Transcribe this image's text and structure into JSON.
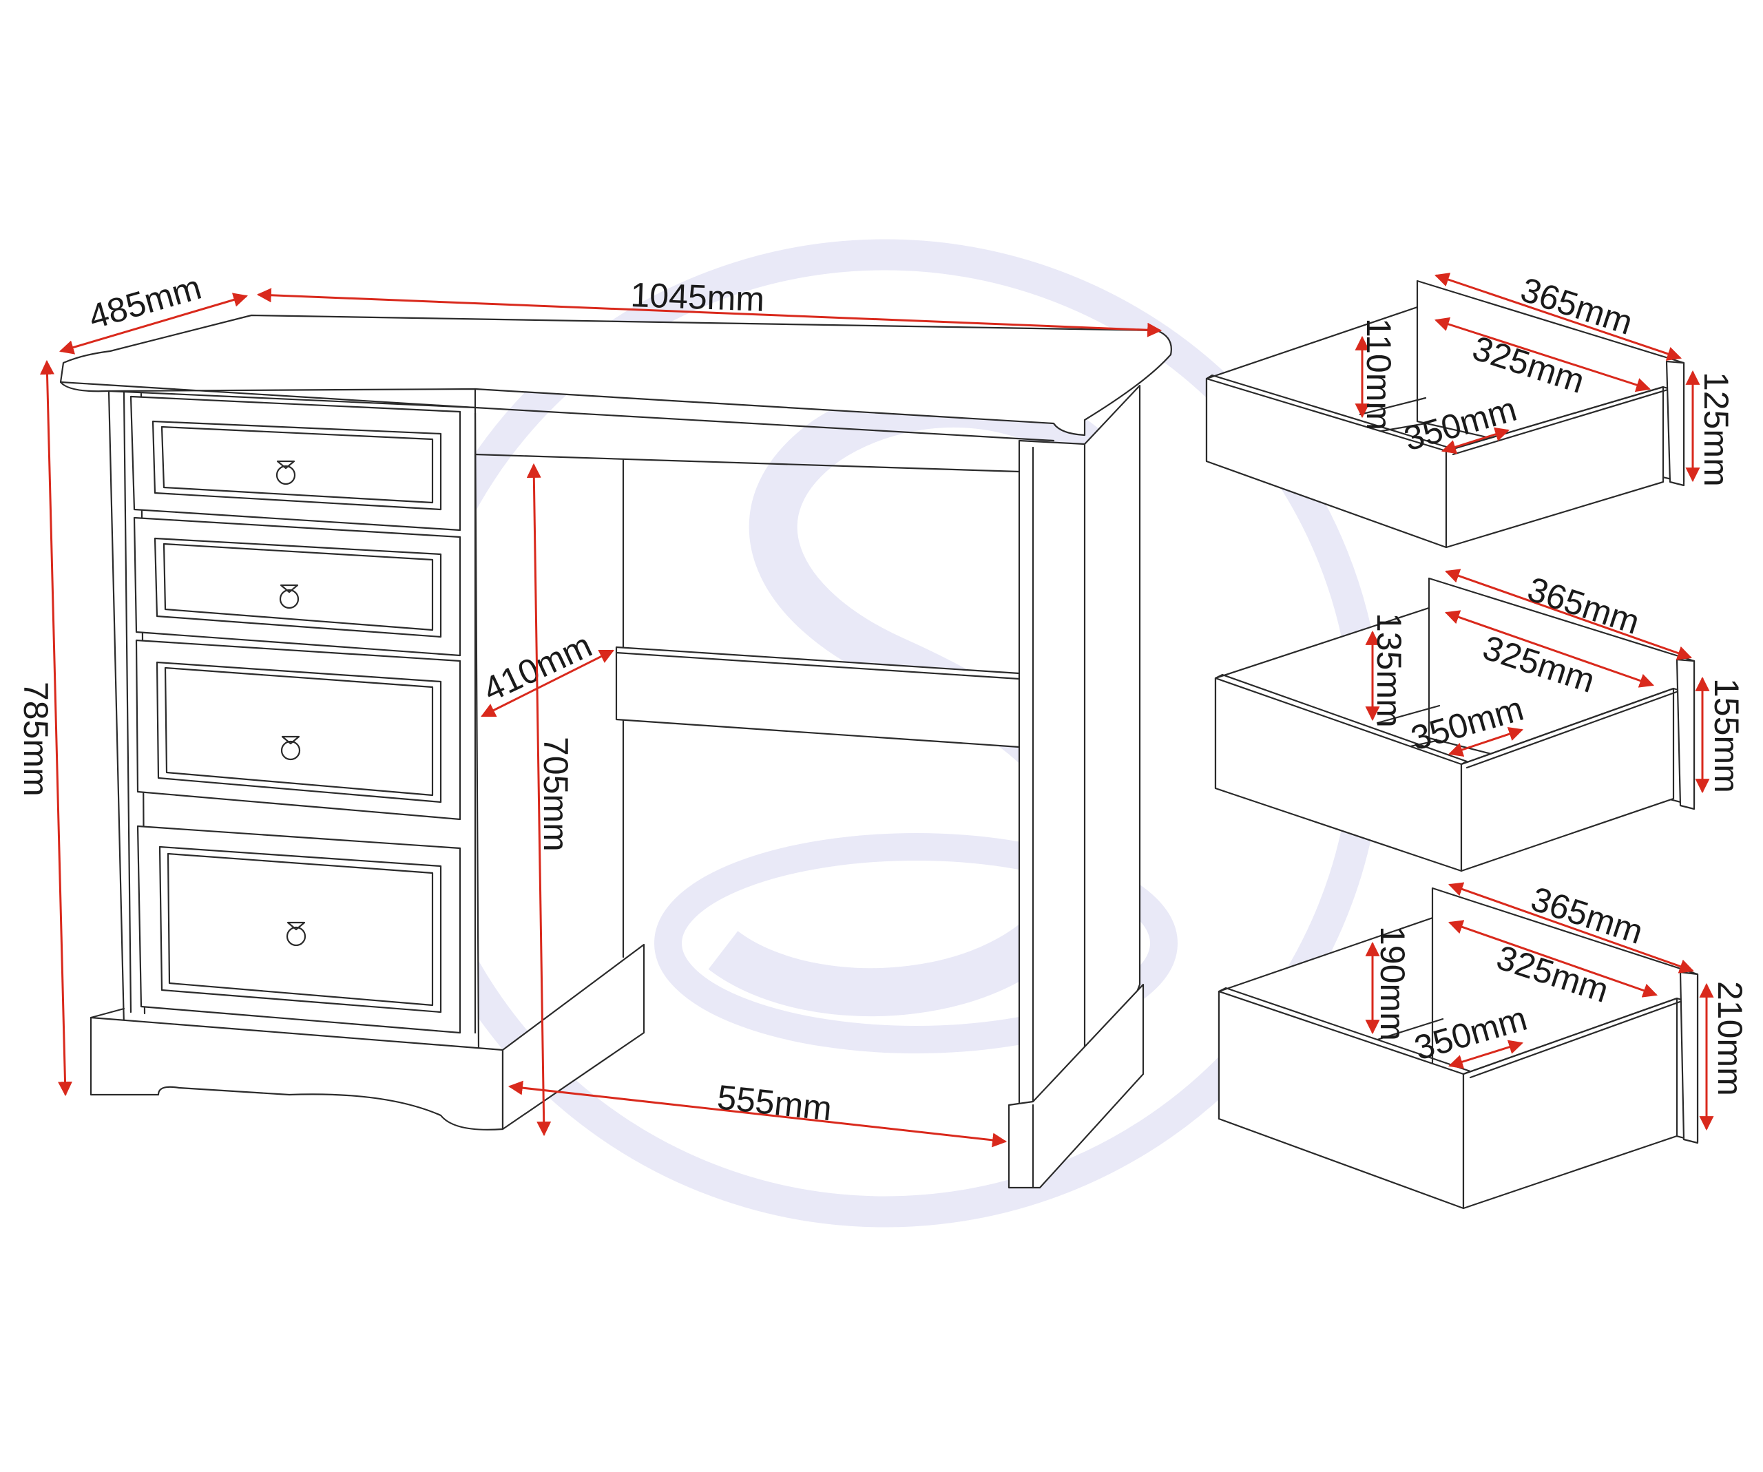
{
  "colors": {
    "dimension": "#d9291c",
    "outline": "#2a2a2a",
    "watermark": "#e9e9f7",
    "background": "#ffffff"
  },
  "desk": {
    "depth": "485mm",
    "width": "1045mm",
    "height": "785mm",
    "knee_depth": "410mm",
    "knee_height": "705mm",
    "knee_width": "555mm",
    "drawer_count": 4
  },
  "drawers": [
    {
      "outer_depth": "365mm",
      "inner_depth": "325mm",
      "inner_height": "110mm",
      "inner_width": "350mm",
      "front_height": "125mm"
    },
    {
      "outer_depth": "365mm",
      "inner_depth": "325mm",
      "inner_height": "135mm",
      "inner_width": "350mm",
      "front_height": "155mm"
    },
    {
      "outer_depth": "365mm",
      "inner_depth": "325mm",
      "inner_height": "190mm",
      "inner_width": "350mm",
      "front_height": "210mm"
    }
  ],
  "icons": {
    "watermark": "brand-s-logo-watermark",
    "handle": "ring-pull-handle-icon"
  }
}
